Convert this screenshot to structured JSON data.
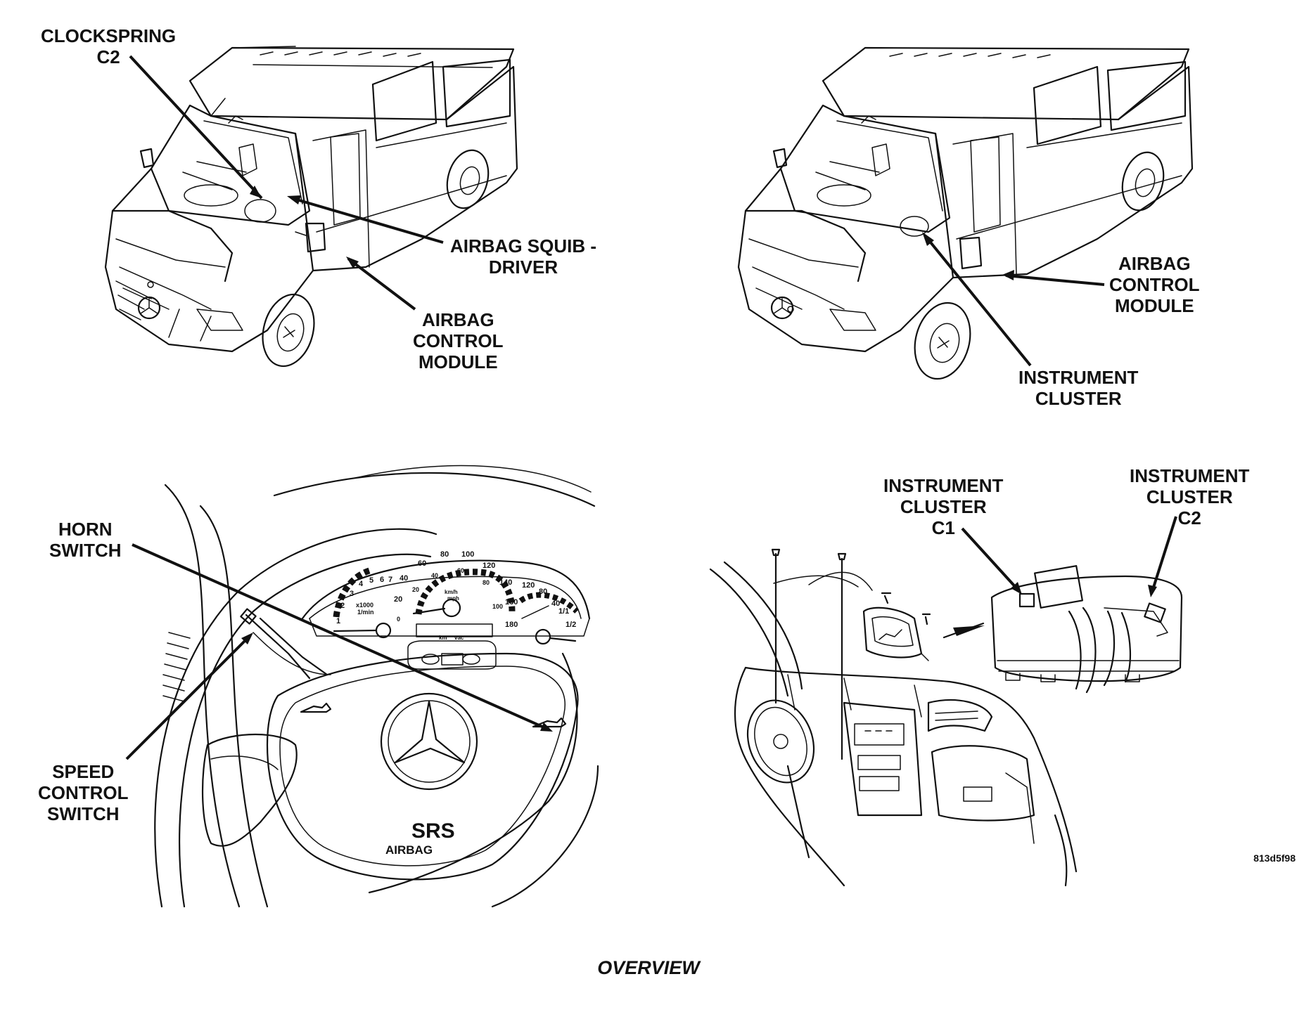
{
  "figure": {
    "caption": "OVERVIEW",
    "figure_id": "813d5f98"
  },
  "panels": [
    {
      "id": "van-left",
      "labels": {
        "clockspring": [
          "CLOCKSPRING",
          "C2"
        ],
        "airbag_squib": [
          "AIRBAG SQUIB -",
          "DRIVER"
        ],
        "airbag_module": [
          "AIRBAG",
          "CONTROL",
          "MODULE"
        ]
      }
    },
    {
      "id": "van-right",
      "labels": {
        "airbag_module": [
          "AIRBAG",
          "CONTROL",
          "MODULE"
        ],
        "instrument_cluster": [
          "INSTRUMENT",
          "CLUSTER"
        ]
      }
    },
    {
      "id": "steering-wheel",
      "labels": {
        "horn_switch": [
          "HORN",
          "SWITCH"
        ],
        "speed_control": [
          "SPEED",
          "CONTROL",
          "SWITCH"
        ]
      },
      "airbag_cover": [
        "SRS",
        "AIRBAG"
      ],
      "gauges": {
        "tach_numbers": [
          "1",
          "2",
          "3",
          "4",
          "5",
          "6",
          "7"
        ],
        "tach_units": [
          "x1000",
          "1/min"
        ],
        "speed_outer": [
          "20",
          "40",
          "60",
          "80",
          "100",
          "120",
          "140",
          "160",
          "180"
        ],
        "speed_inner": [
          "0",
          "20",
          "40",
          "60",
          "80",
          "100"
        ],
        "speed_units": [
          "km/h",
          "mph"
        ],
        "right_numbers": [
          "120",
          "80",
          "40"
        ],
        "fuel_marks": [
          "1/1",
          "1/2"
        ],
        "odometer_units": [
          "km",
          "vac"
        ]
      }
    },
    {
      "id": "dash-cluster",
      "labels": {
        "cluster_c1": [
          "INSTRUMENT",
          "CLUSTER",
          "C1"
        ],
        "cluster_c2": [
          "INSTRUMENT",
          "CLUSTER",
          "C2"
        ]
      }
    }
  ]
}
